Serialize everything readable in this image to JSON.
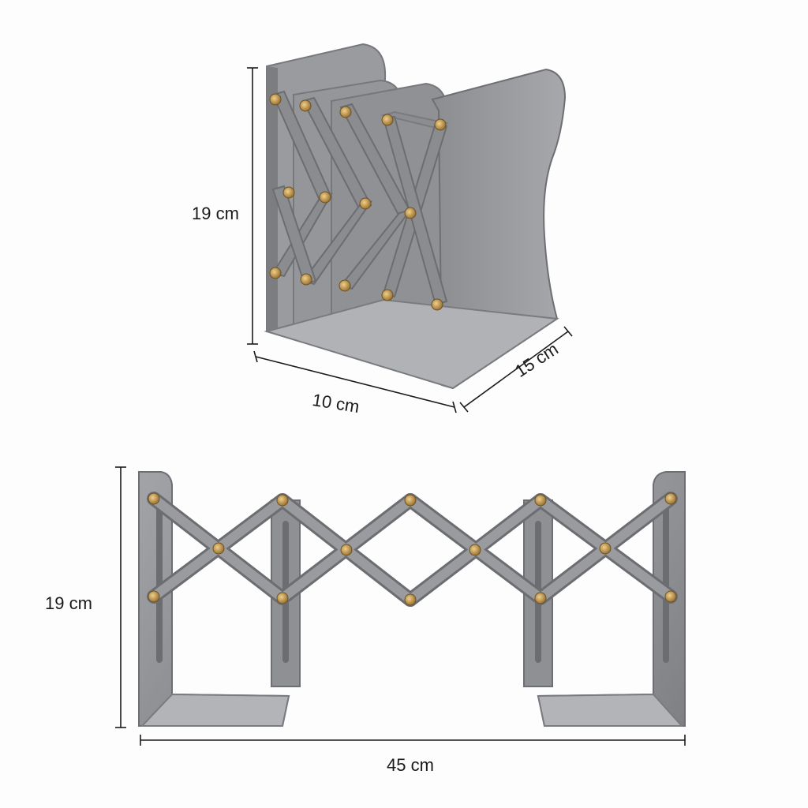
{
  "product": {
    "colors": {
      "metal_face": "#8e8f93",
      "metal_dark": "#6e6f73",
      "metal_light": "#a9aaae",
      "rivet": "#c79a4e",
      "dimension_line": "#1a1a1a",
      "background": "#fdfdfd"
    }
  },
  "views": {
    "collapsed": {
      "height_label": "19 cm",
      "width_label": "10 cm",
      "depth_label": "15 cm"
    },
    "extended": {
      "height_label": "19 cm",
      "width_label": "45 cm"
    }
  }
}
